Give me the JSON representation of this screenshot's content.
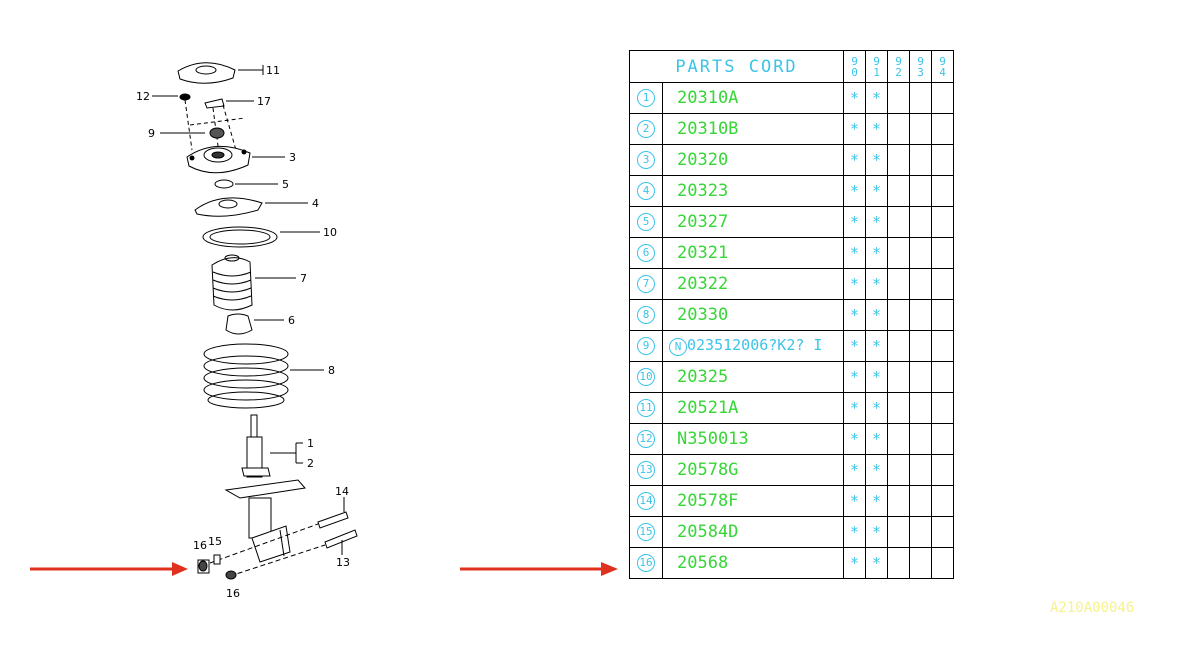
{
  "table": {
    "header": "PARTS CORD",
    "years": [
      "90",
      "91",
      "92",
      "93",
      "94"
    ],
    "rows": [
      {
        "no": "1",
        "code": "20310A",
        "marks": [
          "*",
          "*",
          "",
          "",
          ""
        ]
      },
      {
        "no": "2",
        "code": "20310B",
        "marks": [
          "*",
          "*",
          "",
          "",
          ""
        ]
      },
      {
        "no": "3",
        "code": "20320",
        "marks": [
          "*",
          "*",
          "",
          "",
          ""
        ]
      },
      {
        "no": "4",
        "code": "20323",
        "marks": [
          "*",
          "*",
          "",
          "",
          ""
        ]
      },
      {
        "no": "5",
        "code": "20327",
        "marks": [
          "*",
          "*",
          "",
          "",
          ""
        ]
      },
      {
        "no": "6",
        "code": "20321",
        "marks": [
          "*",
          "*",
          "",
          "",
          ""
        ]
      },
      {
        "no": "7",
        "code": "20322",
        "marks": [
          "*",
          "*",
          "",
          "",
          ""
        ]
      },
      {
        "no": "8",
        "code": "20330",
        "marks": [
          "*",
          "*",
          "",
          "",
          ""
        ]
      },
      {
        "no": "9",
        "code_prefix": "N",
        "code": "023512006?K2? I",
        "marks": [
          "*",
          "*",
          "",
          "",
          ""
        ]
      },
      {
        "no": "10",
        "code": "20325",
        "marks": [
          "*",
          "*",
          "",
          "",
          ""
        ]
      },
      {
        "no": "11",
        "code": "20521A",
        "marks": [
          "*",
          "*",
          "",
          "",
          ""
        ]
      },
      {
        "no": "12",
        "code": "N350013",
        "marks": [
          "*",
          "*",
          "",
          "",
          ""
        ]
      },
      {
        "no": "13",
        "code": "20578G",
        "marks": [
          "*",
          "*",
          "",
          "",
          ""
        ]
      },
      {
        "no": "14",
        "code": "20578F",
        "marks": [
          "*",
          "*",
          "",
          "",
          ""
        ]
      },
      {
        "no": "15",
        "code": "20584D",
        "marks": [
          "*",
          "*",
          "",
          "",
          ""
        ]
      },
      {
        "no": "16",
        "code": "20568",
        "marks": [
          "*",
          "*",
          "",
          "",
          ""
        ]
      }
    ]
  },
  "diagram": {
    "callouts": [
      "11",
      "12",
      "17",
      "9",
      "3",
      "5",
      "4",
      "10",
      "7",
      "6",
      "8",
      "1",
      "2",
      "14",
      "13",
      "15",
      "16",
      "16"
    ]
  },
  "watermark": "A210A00046",
  "colors": {
    "arrow": "#e0301e",
    "code": "#36d636",
    "label": "#3cc4e8",
    "watermark": "#f6f28c"
  }
}
